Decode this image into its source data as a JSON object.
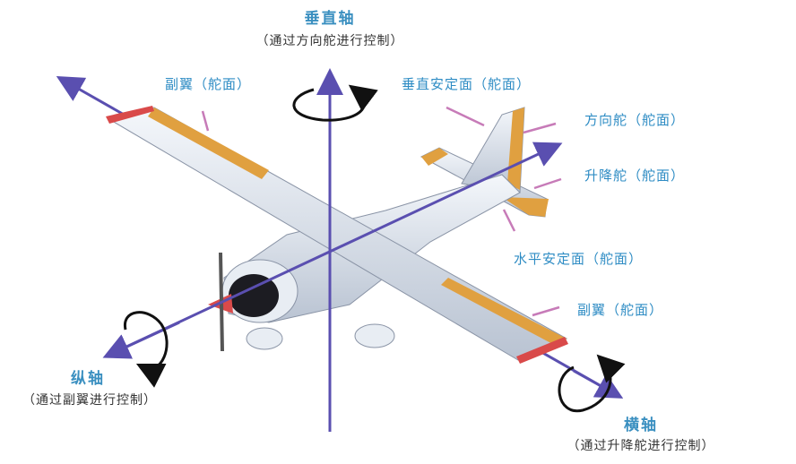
{
  "axes": {
    "vertical": {
      "title": "垂直轴",
      "subtitle": "（通过方向舵进行控制）"
    },
    "longitudinal": {
      "title": "纵轴",
      "subtitle": "（通过副翼进行控制）"
    },
    "lateral": {
      "title": "横轴",
      "subtitle": "（通过升降舵进行控制）"
    }
  },
  "labels": {
    "aileron_left": "副翼（舵面）",
    "vertical_stabilizer": "垂直安定面（舵面）",
    "rudder": "方向舵（舵面）",
    "elevator": "升降舵（舵面）",
    "horizontal_stabilizer": "水平安定面（舵面）",
    "aileron_right": "副翼（舵面）"
  },
  "colors": {
    "axis_line": "#5a4fb0",
    "label_text": "#2e8cc4",
    "leader_line": "#c77bb8",
    "control_surface": "#e0a040",
    "airframe": "#dfe6f0"
  }
}
